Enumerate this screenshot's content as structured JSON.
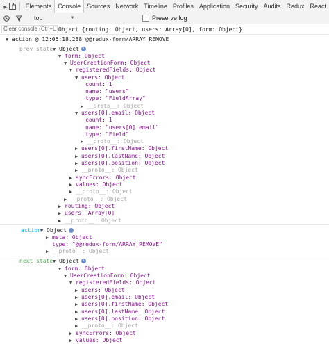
{
  "tabs": {
    "items": [
      "Elements",
      "Console",
      "Sources",
      "Network",
      "Timeline",
      "Profiles",
      "Application",
      "Security",
      "Audits",
      "Redux",
      "React"
    ]
  },
  "toolbar": {
    "context": "top",
    "preserve_log": "Preserve log",
    "clear_tooltip": "Clear console (",
    "tooltip_suffix": "Ctrl+L"
  },
  "log": {
    "top_line_tail": "Object {routing: Object, users: Array[0], form: Object}",
    "action_header": "action @ 12:05:18.288 @@redux-form/ARRAY_REMOVE",
    "prev_state": {
      "label": "prev state",
      "lines": [
        "Object",
        "form: Object",
        "UserCreationForm: Object",
        "registeredFields: Object",
        "users: Object",
        "count: 1",
        "name: \"users\"",
        "type: \"FieldArray\"",
        "__proto__: Object",
        "users[0].email: Object",
        "count: 1",
        "name: \"users[0].email\"",
        "type: \"Field\"",
        "__proto__: Object",
        "users[0].firstName: Object",
        "users[0].lastName: Object",
        "users[0].position: Object",
        "__proto__: Object",
        "syncErrors: Object",
        "values: Object",
        "__proto__: Object",
        "__proto__: Object",
        "routing: Object",
        "users: Array[0]",
        "__proto__: Object"
      ]
    },
    "action": {
      "label": "action",
      "lines": [
        "Object",
        "meta: Object",
        "type: \"@@redux-form/ARRAY_REMOVE\"",
        "__proto__: Object"
      ]
    },
    "next_state": {
      "label": "next state",
      "lines": [
        "Object",
        "form: Object",
        "UserCreationForm: Object",
        "registeredFields: Object",
        "users: Object",
        "users[0].email: Object",
        "users[0].firstName: Object",
        "users[0].lastName: Object",
        "users[0].position: Object",
        "__proto__: Object",
        "syncErrors: Object",
        "values: Object"
      ]
    }
  }
}
